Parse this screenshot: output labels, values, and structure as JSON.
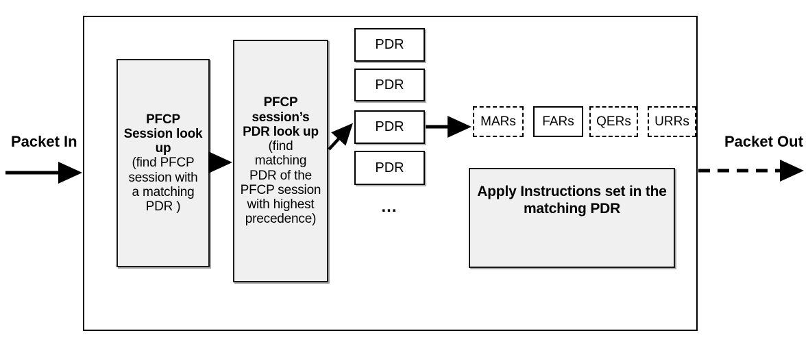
{
  "diagram": {
    "io": {
      "packet_in_label": "Packet In",
      "packet_out_label": "Packet Out"
    },
    "stages": [
      {
        "id": "session-lookup",
        "title": "PFCP\nSession look\nup",
        "detail": "(find PFCP\nsession with\na matching\nPDR )"
      },
      {
        "id": "pdr-lookup",
        "title": "PFCP\nsession’s\nPDR look up",
        "detail": "(find\nmatching\nPDR of the\nPFCP session\nwith highest\nprecedence)"
      }
    ],
    "pdr_list": {
      "items": [
        "PDR",
        "PDR",
        "PDR",
        "PDR"
      ],
      "ellipsis": "…"
    },
    "rules": [
      {
        "label": "MARs",
        "style": "dashed"
      },
      {
        "label": "FARs",
        "style": "solid"
      },
      {
        "label": "QERs",
        "style": "dashed"
      },
      {
        "label": "URRs",
        "style": "dashed"
      }
    ],
    "apply_box": {
      "text": "Apply Instructions set in the\nmatching PDR"
    },
    "colors": {
      "box_fill": "#f0f0f0",
      "pdr_fill": "#ffffff",
      "stroke": "#000000",
      "page_background": "#ffffff"
    }
  }
}
